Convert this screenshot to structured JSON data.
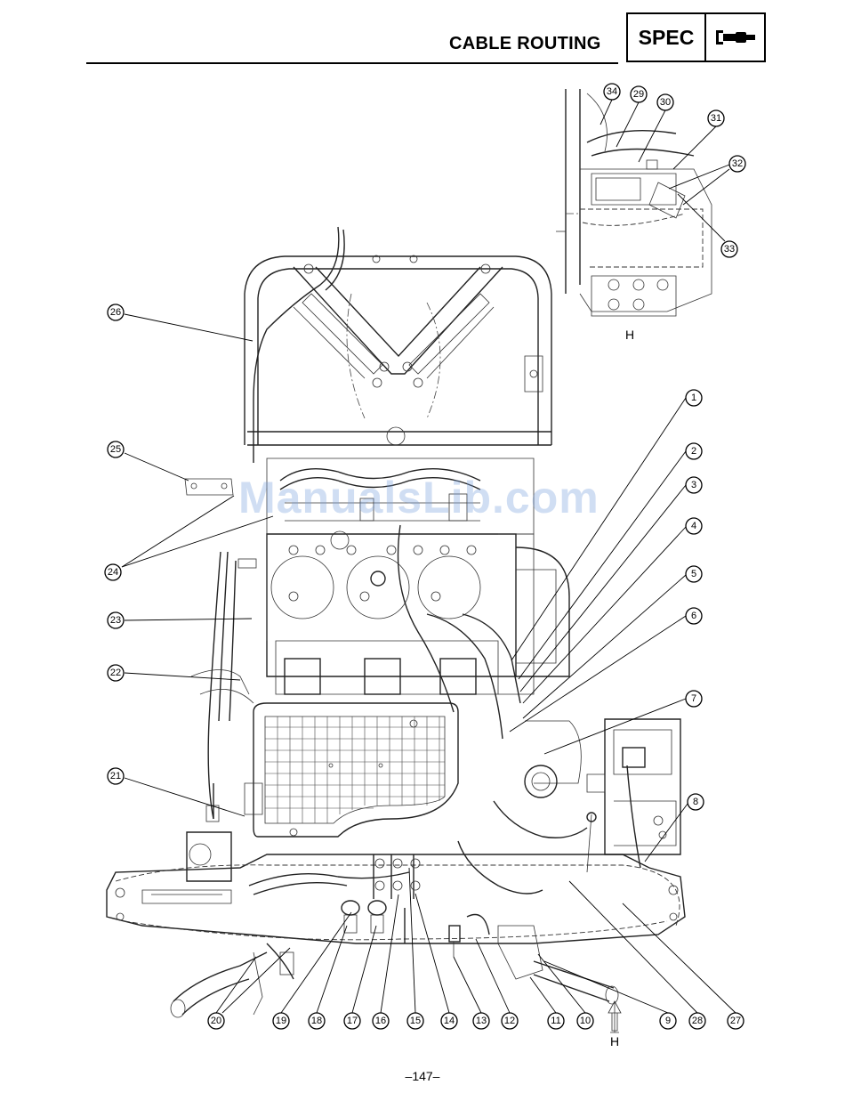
{
  "header": {
    "title": "CABLE ROUTING",
    "spec_label": "SPEC"
  },
  "diagram": {
    "callouts_bottom": [
      "20",
      "19",
      "18",
      "17",
      "16",
      "15",
      "14",
      "13",
      "12",
      "11",
      "10",
      "9",
      "28",
      "27"
    ],
    "callouts_right": [
      "1",
      "2",
      "3",
      "4",
      "5",
      "6",
      "7",
      "8"
    ],
    "callouts_left": [
      "26",
      "25",
      "24",
      "23",
      "22",
      "21"
    ],
    "callouts_inset": [
      "34",
      "29",
      "30",
      "31",
      "32",
      "33"
    ],
    "inset_view_label": "H",
    "arrow_view_label": "H"
  },
  "watermark": "ManualsLib.com",
  "footer": {
    "page_number": "–147–"
  }
}
